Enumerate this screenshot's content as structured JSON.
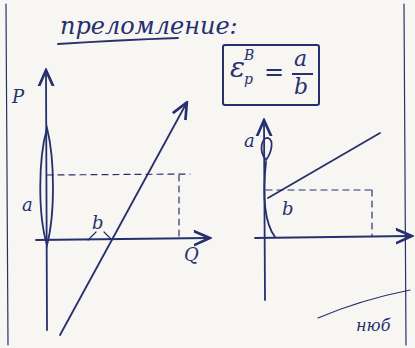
{
  "diagram": {
    "title": "преломление:",
    "nodes": [
      {
        "text": [
          "ε",
          "B",
          "p",
          "=",
          "a",
          "b"
        ]
      }
    ],
    "edges": [],
    "labels": [
      "P",
      "a",
      "b",
      "Q",
      "a",
      "b",
      "нюб"
    ]
  }
}
